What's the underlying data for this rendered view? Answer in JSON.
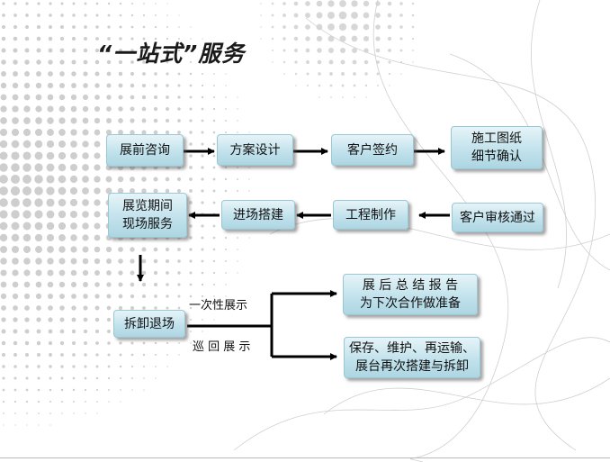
{
  "title": "“一站式”服务",
  "nodes": {
    "consult": "展前咨询",
    "design": "方案设计",
    "sign": "客户签约",
    "drawing_1": "施工图纸",
    "drawing_2": "细节确认",
    "onsite_1": "展览期间",
    "onsite_2": "现场服务",
    "build": "进场搭建",
    "produce": "工程制作",
    "approve": "客户审核通过",
    "dismantle": "拆卸退场",
    "summary_1": "展 后 总 结 报 告",
    "summary_2": "为下次合作做准备",
    "storage_1": "保存、维护、再运输、",
    "storage_2": "展台再次搭建与拆卸"
  },
  "branch_labels": {
    "one_time": "一次性展示",
    "touring": "巡 回 展 示"
  },
  "colors": {
    "box_fill": "#c2e2ec",
    "box_border": "#9bc6d3",
    "arrow": "#000000",
    "dots": "#bdbdbd"
  }
}
